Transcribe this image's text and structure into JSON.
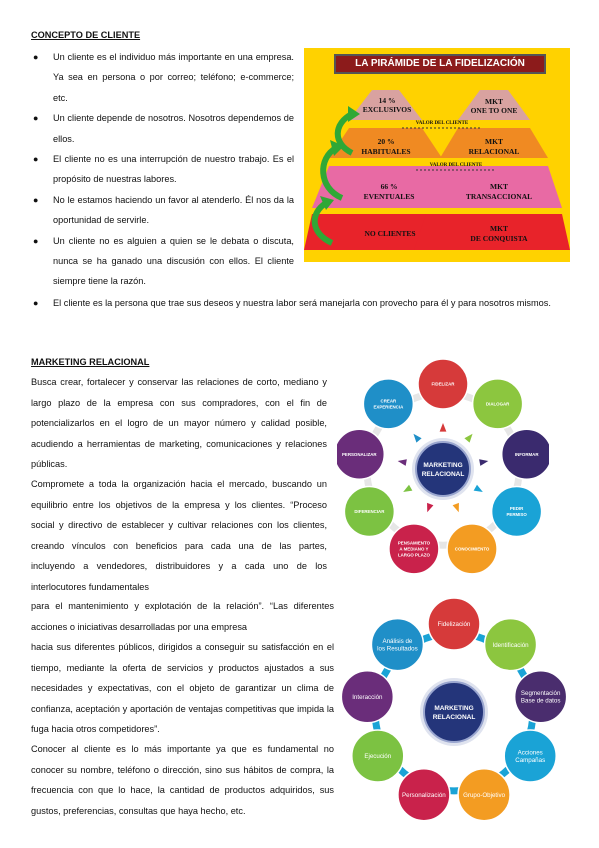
{
  "section1": {
    "heading": "CONCEPTO DE CLIENTE",
    "bullets": [
      "Un cliente es el individuo más importante en una empresa. Ya sea en persona o por correo; teléfono; e-commerce; etc.",
      "Un cliente depende de nosotros. Nosotros dependemos de ellos.",
      "El cliente no es una interrupción de nuestro trabajo. Es el propósito de nuestras labores.",
      "No le estamos haciendo un favor al atenderlo. Él nos da la oportunidad de servirle.",
      "Un cliente no es alguien a quien se le debata o discuta, nunca se ha ganado una discusión con ellos. El cliente siempre tiene la razón."
    ],
    "bullet_last": "El cliente es la persona que trae sus deseos y nuestra labor será manejarla con provecho para él y para nosotros mismos."
  },
  "pyramid": {
    "title": "LA PIRÁMIDE DE LA FIDELIZACIÓN",
    "left": [
      {
        "pct": "14 %",
        "label": "EXCLUSIVOS"
      },
      {
        "pct": "20 %",
        "label": "HABITUALES"
      },
      {
        "pct": "66 %",
        "label": "EVENTUALES"
      },
      {
        "pct": "",
        "label": "NO CLIENTES"
      }
    ],
    "right": [
      {
        "l1": "MKT",
        "l2": "ONE TO ONE"
      },
      {
        "l1": "MKT",
        "l2": "RELACIONAL"
      },
      {
        "l1": "MKT",
        "l2": "TRANSACCIONAL"
      },
      {
        "l1": "MKT",
        "l2": "DE CONQUISTA"
      }
    ],
    "valor1": "VALOR DEL CLIENTE",
    "valor2": "VALOR DEL CLIENTE",
    "colors": {
      "bg": "#ffd200",
      "top": "#d9a2a0",
      "mid1": "#f08a22",
      "mid2": "#e86aa4",
      "base": "#e8232a"
    }
  },
  "section2": {
    "heading": "MARKETING RELACIONAL",
    "p1": "Busca crear, fortalecer y conservar las relaciones de corto, mediano y largo plazo de la empresa con sus compradores, con el fin de potencializarlos en el logro de un mayor número y calidad posible, acudiendo a herramientas de marketing, comunicaciones y relaciones públicas.",
    "p2": "Compromete a toda la organización hacia el mercado, buscando un equilibrio entre los objetivos de la empresa y los clientes. “Proceso social y directivo de establecer y cultivar relaciones con los clientes, creando vínculos con beneficios para cada una de las partes, incluyendo a vendedores, distribuidores y a cada uno de los interlocutores fundamentales",
    "p3": "para el mantenimiento y explotación de la relación”. “Las diferentes acciones o iniciativas desarrolladas por una empresa",
    "p4": "hacia sus diferentes públicos, dirigidos a conseguir su satisfacción en el tiempo, mediante la oferta de servicios y productos ajustados a sus necesidades y expectativas, con el objeto de garantizar un clima de confianza, aceptación y aportación de ventajas competitivas que impida la fuga hacia otros competidores”.",
    "p5": "Conocer al cliente es lo más importante ya que es fundamental no conocer su nombre, teléfono o dirección, sino sus hábitos de compra, la frecuencia con que lo hace, la cantidad de productos adquiridos, sus gustos, preferencias, consultas que haya hecho, etc."
  },
  "diagram1": {
    "center": [
      "MARKETING",
      "RELACIONAL"
    ],
    "nodes": [
      {
        "lines": [
          "FIDELIZAR"
        ],
        "color": "#d63a3a"
      },
      {
        "lines": [
          "DIALOGAR"
        ],
        "color": "#8cc63f"
      },
      {
        "lines": [
          "INFORMAR"
        ],
        "color": "#3a2a6e"
      },
      {
        "lines": [
          "PEDIR",
          "PERMISO"
        ],
        "color": "#1aa3d6"
      },
      {
        "lines": [
          "CONOCIMIENTO"
        ],
        "color": "#f39c22"
      },
      {
        "lines": [
          "PENSAMIENTO",
          "A MEDIANO Y",
          "LARGO PLAZO"
        ],
        "color": "#c9224b"
      },
      {
        "lines": [
          "DIFERENCIAR"
        ],
        "color": "#7cc242"
      },
      {
        "lines": [
          "PERSONALIZAR"
        ],
        "color": "#6a2d7a"
      },
      {
        "lines": [
          "CREAR",
          "EXPERIENCIA"
        ],
        "color": "#1f8fc8"
      }
    ]
  },
  "diagram2": {
    "center": [
      "MARKETING",
      "RELACIONAL"
    ],
    "nodes": [
      {
        "lines": [
          "Fidelización"
        ],
        "color": "#d63a3a"
      },
      {
        "lines": [
          "Identificación"
        ],
        "color": "#8cc63f"
      },
      {
        "lines": [
          "Segmentación",
          "Base de datos"
        ],
        "color": "#4a2d6e"
      },
      {
        "lines": [
          "Acciones",
          "Campañas"
        ],
        "color": "#1aa3d6"
      },
      {
        "lines": [
          "Grupo-Objetivo"
        ],
        "color": "#f39c22"
      },
      {
        "lines": [
          "Personalización"
        ],
        "color": "#c9224b"
      },
      {
        "lines": [
          "Ejecución"
        ],
        "color": "#7cc242"
      },
      {
        "lines": [
          "Interacción"
        ],
        "color": "#6a2d7a"
      },
      {
        "lines": [
          "Análisis de",
          "los Resultados"
        ],
        "color": "#1f8fc8"
      }
    ]
  }
}
